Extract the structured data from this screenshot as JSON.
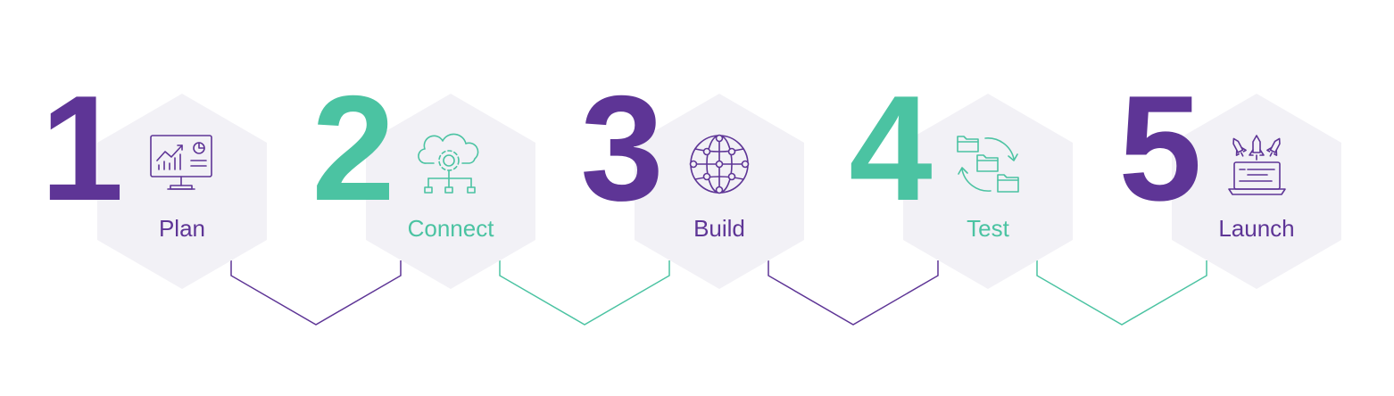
{
  "colors": {
    "purple": "#5E3596",
    "green": "#4BC3A2",
    "hex_fill": "#F2F1F6"
  },
  "steps": [
    {
      "number": "1",
      "label": "Plan",
      "color": "purple",
      "icon": "monitor-chart-icon"
    },
    {
      "number": "2",
      "label": "Connect",
      "color": "green",
      "icon": "cloud-network-icon"
    },
    {
      "number": "3",
      "label": "Build",
      "color": "purple",
      "icon": "globe-network-icon"
    },
    {
      "number": "4",
      "label": "Test",
      "color": "green",
      "icon": "folder-sync-icon"
    },
    {
      "number": "5",
      "label": "Launch",
      "color": "purple",
      "icon": "laptop-rockets-icon"
    }
  ],
  "connectors": [
    "purple",
    "green",
    "purple",
    "green"
  ]
}
